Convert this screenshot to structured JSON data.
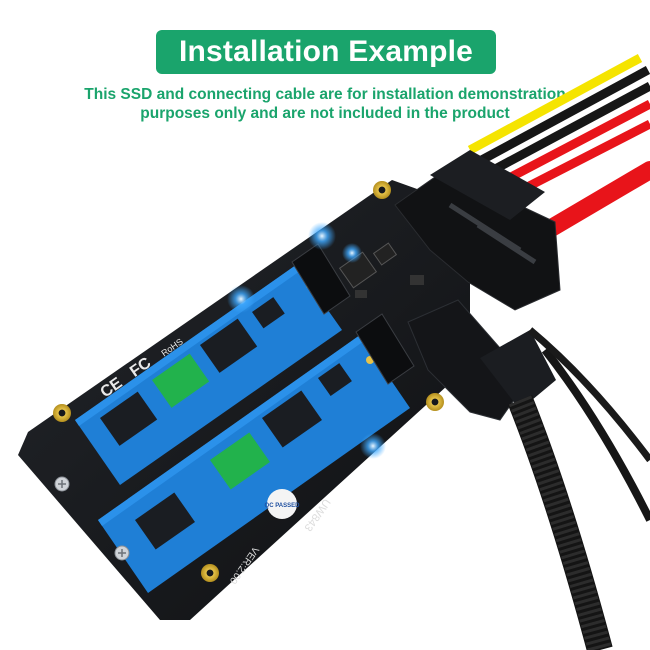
{
  "header": {
    "title": "Installation Example",
    "subtitle_line1": "This SSD and connecting cable are for installation demonstration",
    "subtitle_line2": "purposes only and are not included in the product"
  },
  "board": {
    "model": "UW843",
    "version": "VER:2.00",
    "qc_label": "QC PASSED",
    "compliance_marks": [
      "FC",
      "CE",
      "RoHS"
    ],
    "led_color": "#3fa9ff"
  },
  "colors": {
    "accent": "#1aa46c",
    "pcb": "#16181c",
    "ssd_pcb": "#1f7fd6",
    "chip": "#1a1d22",
    "green_chip": "#22b24c",
    "cable_yellow": "#f5e400",
    "cable_red": "#e8141a",
    "cable_black": "#161616"
  }
}
